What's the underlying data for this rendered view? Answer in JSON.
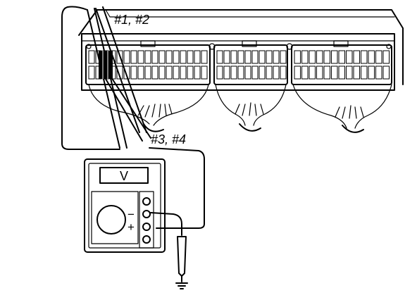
{
  "labels": {
    "upper_probes": "#1, #2",
    "lower_probes": "#3, #4"
  },
  "meter": {
    "display": "V",
    "minus": "−",
    "plus": "+"
  },
  "colors": {
    "ink": "#000000",
    "background": "#ffffff"
  }
}
